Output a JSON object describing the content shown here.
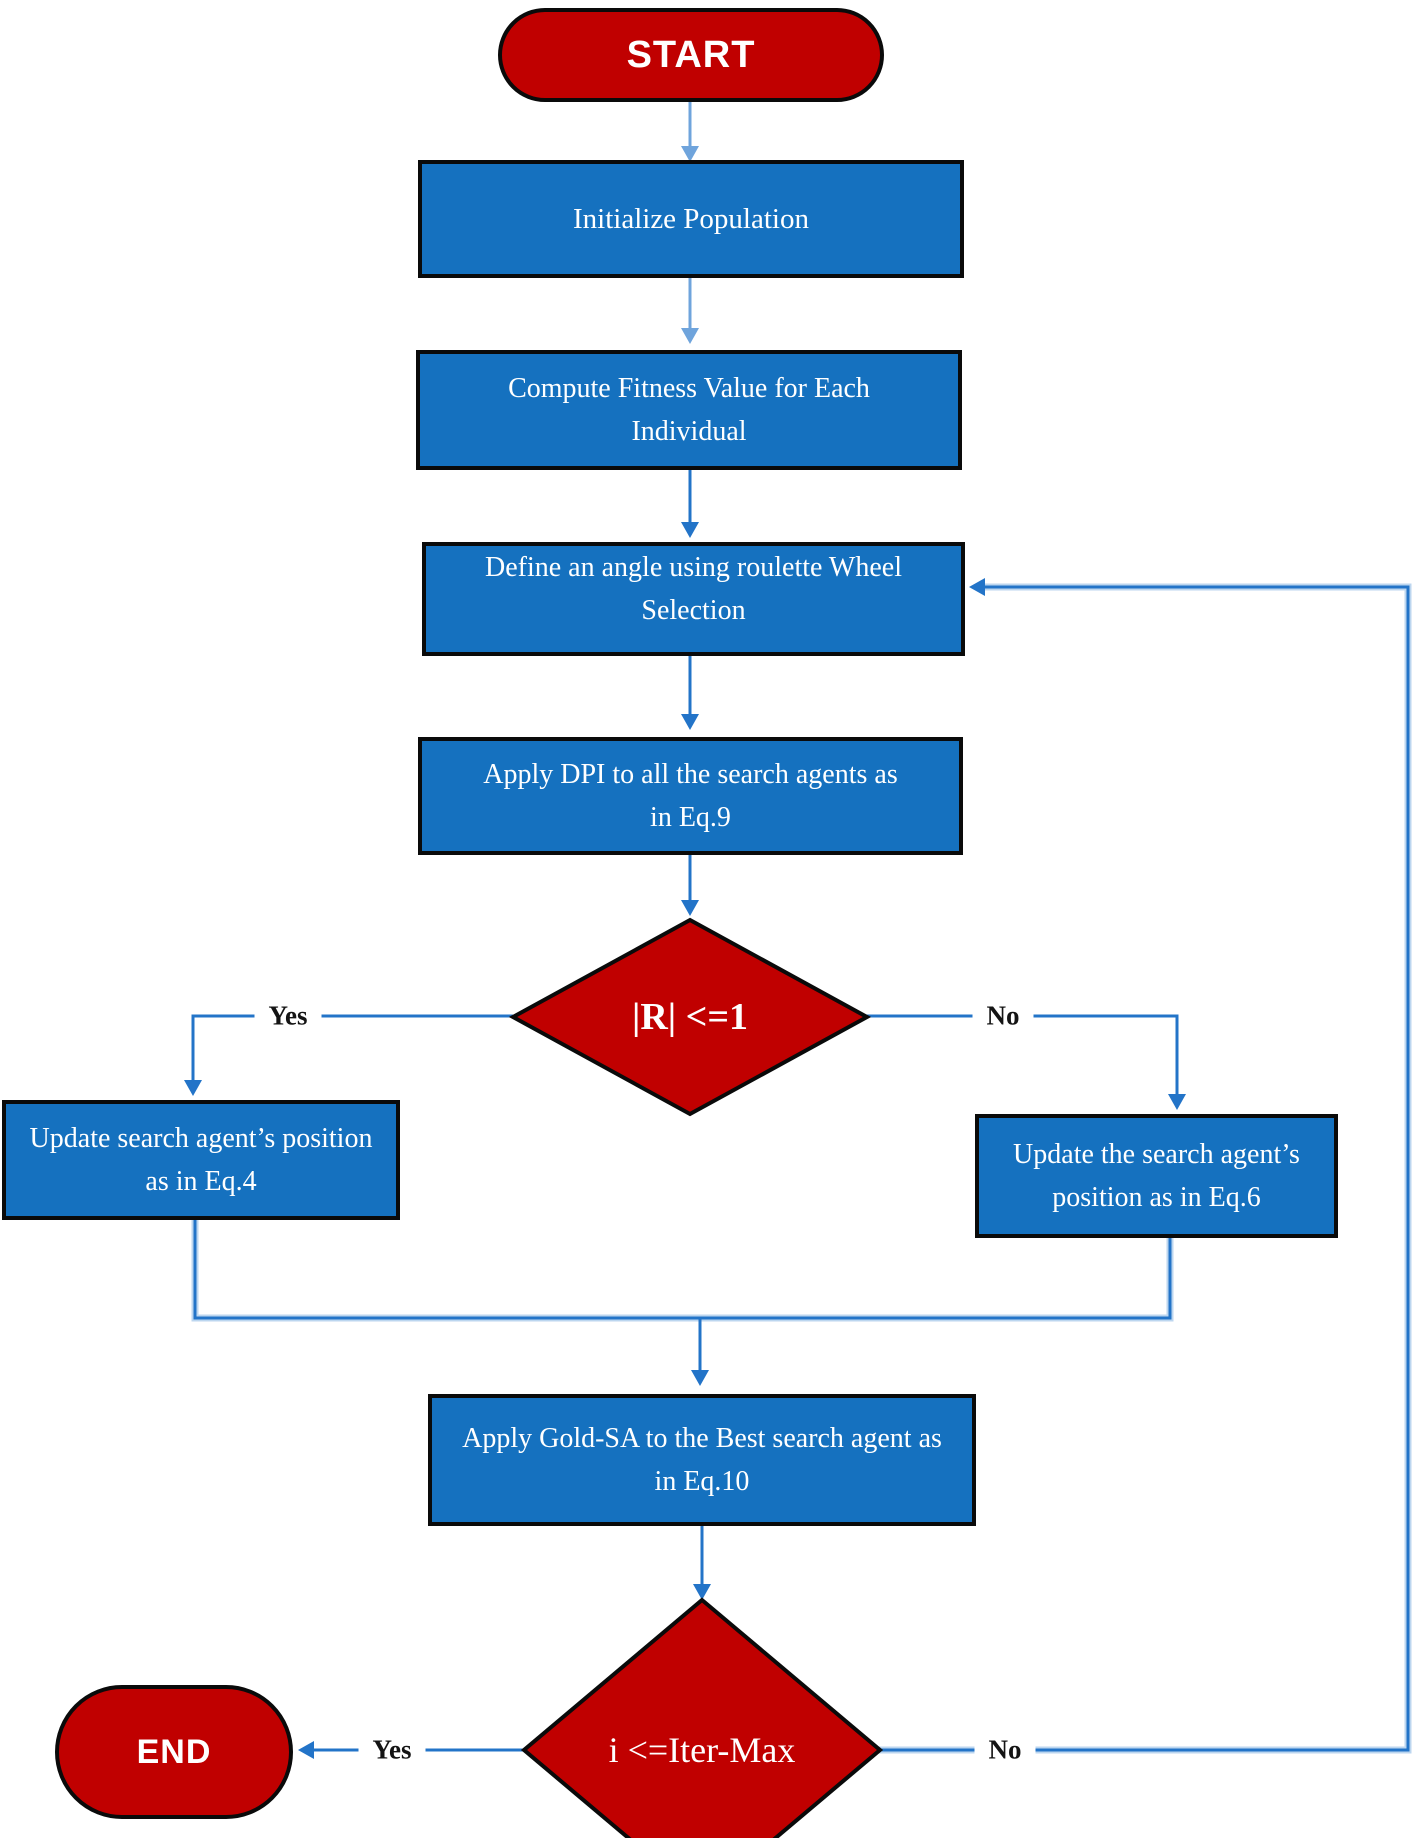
{
  "colors": {
    "process_fill": "#1571BF",
    "terminal_fill": "#C00000",
    "decision_fill": "#C00000",
    "border": "#0A0A0A",
    "connector": "#2374C8",
    "connector_light": "#6FA4DC",
    "connector_halo": "#BCD6EF",
    "node_text": "#FFFFFF",
    "label_text": "#141414"
  },
  "nodes": {
    "start": {
      "label": "START"
    },
    "initialize": {
      "label": "Initialize Population"
    },
    "compute": {
      "label": "Compute Fitness Value for Each Individual"
    },
    "define": {
      "label": "Define an angle using roulette Wheel Selection"
    },
    "apply_dpi": {
      "label": "Apply DPI to all the search agents as in Eq.9"
    },
    "decision_r": {
      "label": "|R| <=1"
    },
    "update_eq4": {
      "label": "Update search agent’s position as in Eq.4"
    },
    "update_eq6": {
      "label": "Update the search agent’s position as in Eq.6"
    },
    "gold_sa": {
      "label": "Apply Gold-SA to the Best search agent as in  Eq.10"
    },
    "decision_iter": {
      "label": "i <=Iter-Max"
    },
    "end": {
      "label": "END"
    }
  },
  "edge_labels": {
    "r_yes": "Yes",
    "r_no": "No",
    "iter_yes": "Yes",
    "iter_no": "No"
  }
}
